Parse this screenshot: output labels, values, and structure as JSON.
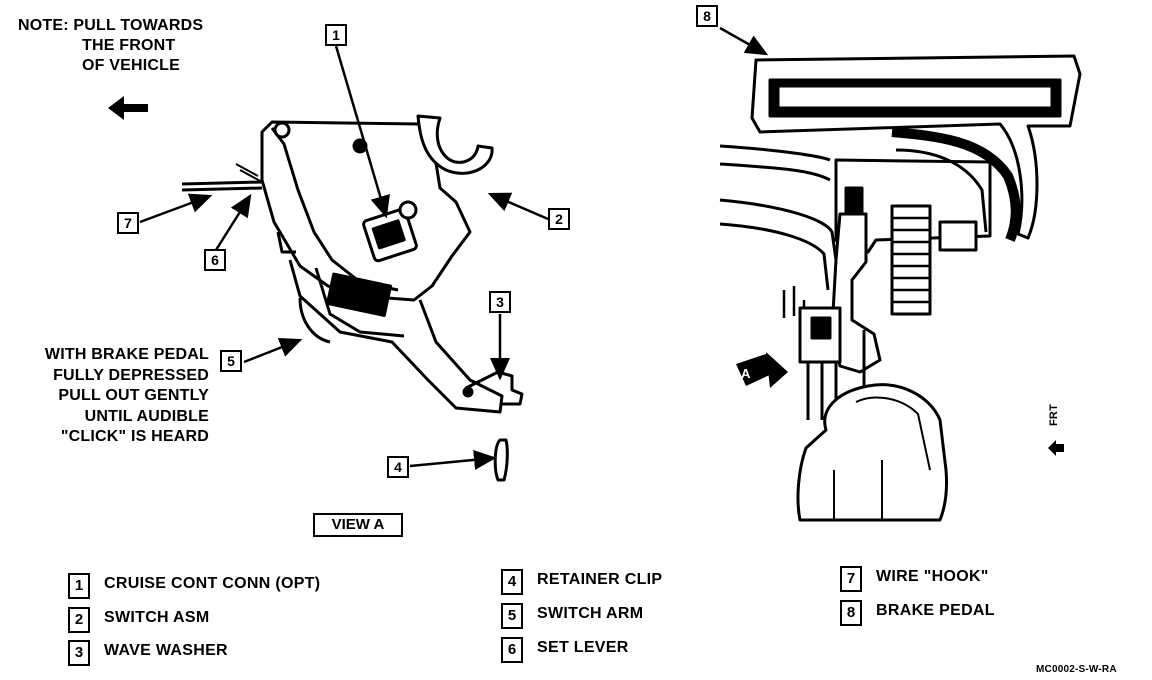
{
  "note": {
    "line1": "NOTE:  PULL TOWARDS",
    "line2": "THE FRONT",
    "line3": "OF VEHICLE"
  },
  "instruction": [
    "WITH BRAKE PEDAL",
    "FULLY DEPRESSED",
    "PULL OUT GENTLY",
    "UNTIL AUDIBLE",
    "\"CLICK\" IS HEARD"
  ],
  "view_label": "VIEW A",
  "view_marker": "A",
  "callouts": [
    "1",
    "2",
    "3",
    "4",
    "5",
    "6",
    "7",
    "8"
  ],
  "legend": [
    {
      "num": "1",
      "label": "CRUISE CONT CONN (OPT)"
    },
    {
      "num": "2",
      "label": "SWITCH ASM"
    },
    {
      "num": "3",
      "label": "WAVE WASHER"
    },
    {
      "num": "4",
      "label": "RETAINER CLIP"
    },
    {
      "num": "5",
      "label": "SWITCH ARM"
    },
    {
      "num": "6",
      "label": "SET LEVER"
    },
    {
      "num": "7",
      "label": "WIRE \"HOOK\""
    },
    {
      "num": "8",
      "label": "BRAKE PEDAL"
    }
  ],
  "frt_label": "FRT",
  "reference_code": "MC0002-S-W-RA"
}
